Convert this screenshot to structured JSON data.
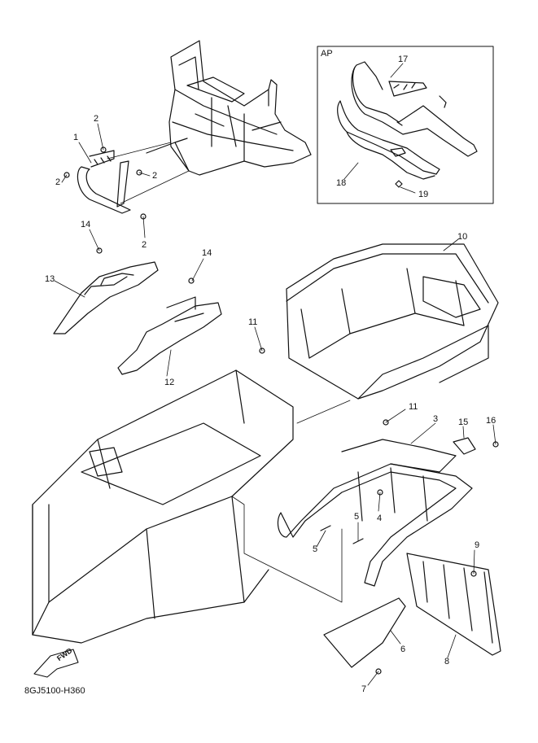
{
  "diagram_code": "8GJ5100-H360",
  "fwd_label": "FWD",
  "inset_label": "AP",
  "callouts": {
    "c1": "1",
    "c2a": "2",
    "c2b": "2",
    "c2c": "2",
    "c2d": "2",
    "c3": "3",
    "c4": "4",
    "c5a": "5",
    "c5b": "5",
    "c6": "6",
    "c7": "7",
    "c8": "8",
    "c9": "9",
    "c10": "10",
    "c11a": "11",
    "c11b": "11",
    "c12": "12",
    "c13": "13",
    "c14a": "14",
    "c14b": "14",
    "c15": "15",
    "c16": "16",
    "c17": "17",
    "c18": "18",
    "c19": "19"
  }
}
